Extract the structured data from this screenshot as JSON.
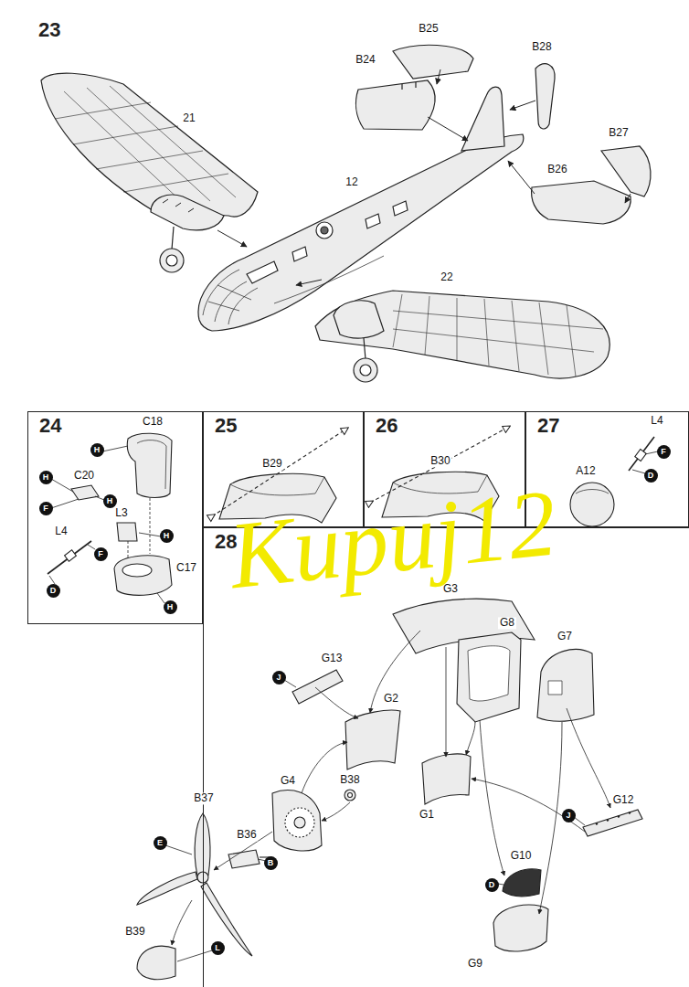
{
  "diagram": {
    "nodes": [
      {
        "text": [
          "23"
        ]
      },
      {
        "text": [
          "24"
        ]
      },
      {
        "text": [
          "H"
        ],
        "in": 1
      },
      {
        "text": [
          "H"
        ],
        "in": 1
      },
      {
        "text": [
          "H"
        ],
        "in": 1
      },
      {
        "text": [
          "F"
        ],
        "in": 1
      },
      {
        "text": [
          "H"
        ],
        "in": 1
      },
      {
        "text": [
          "F"
        ],
        "in": 1
      },
      {
        "text": [
          "D"
        ],
        "in": 1
      },
      {
        "text": [
          "H"
        ],
        "in": 1
      },
      {
        "text": [
          "25"
        ]
      },
      {
        "text": [
          "26"
        ]
      },
      {
        "text": [
          "27"
        ]
      },
      {
        "text": [
          "F"
        ],
        "in": 12
      },
      {
        "text": [
          "D"
        ],
        "in": 12
      },
      {
        "text": [
          "28"
        ]
      },
      {
        "text": [
          "J"
        ],
        "in": 15
      },
      {
        "text": [
          "E"
        ],
        "in": 15
      },
      {
        "text": [
          "B"
        ],
        "in": 15
      },
      {
        "text": [
          "D"
        ],
        "in": 15
      },
      {
        "text": [
          "J"
        ],
        "in": 15
      },
      {
        "text": [
          "L"
        ],
        "in": 15
      }
    ],
    "labels": [
      "21",
      "12",
      "22",
      "B24",
      "B25",
      "B28",
      "B27",
      "B26",
      "C18",
      "C20",
      "L4",
      "L3",
      "C17",
      "B29",
      "B30",
      "L4",
      "A12",
      "G3",
      "G8",
      "G13",
      "G2",
      "G7",
      "G4",
      "B38",
      "G1",
      "G12",
      "G10",
      "G9",
      "B37",
      "B36",
      "B39",
      "Kupuj12"
    ]
  }
}
